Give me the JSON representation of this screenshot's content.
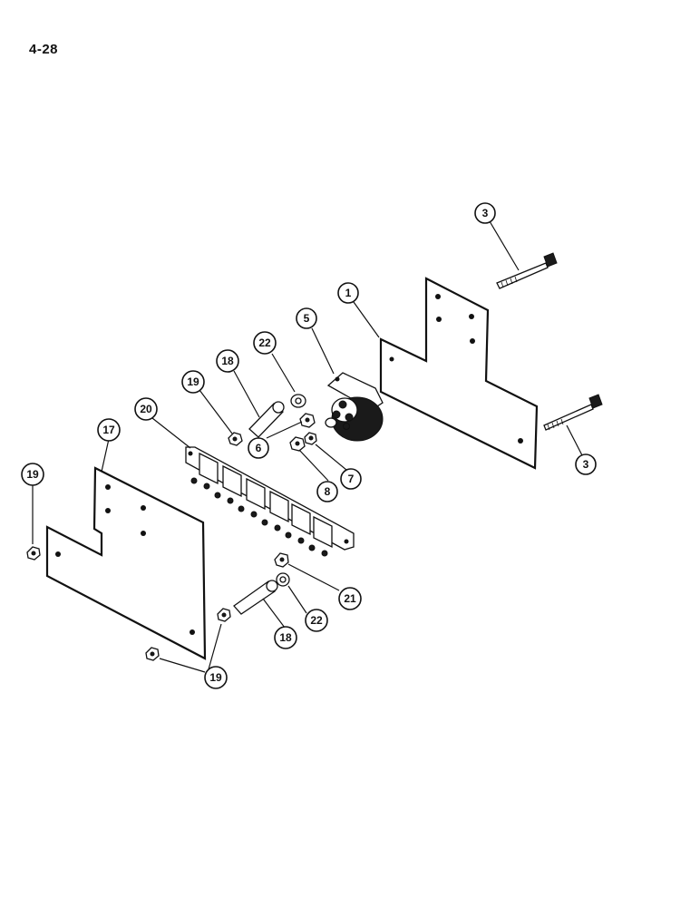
{
  "page": {
    "number": "4-28"
  },
  "callouts": [
    {
      "label": "3"
    },
    {
      "label": "1"
    },
    {
      "label": "5"
    },
    {
      "label": "22"
    },
    {
      "label": "18"
    },
    {
      "label": "19"
    },
    {
      "label": "20"
    },
    {
      "label": "17"
    },
    {
      "label": "19"
    },
    {
      "label": "6"
    },
    {
      "label": "8"
    },
    {
      "label": "7"
    },
    {
      "label": "3"
    },
    {
      "label": "21"
    },
    {
      "label": "22"
    },
    {
      "label": "18"
    },
    {
      "label": "19"
    }
  ]
}
